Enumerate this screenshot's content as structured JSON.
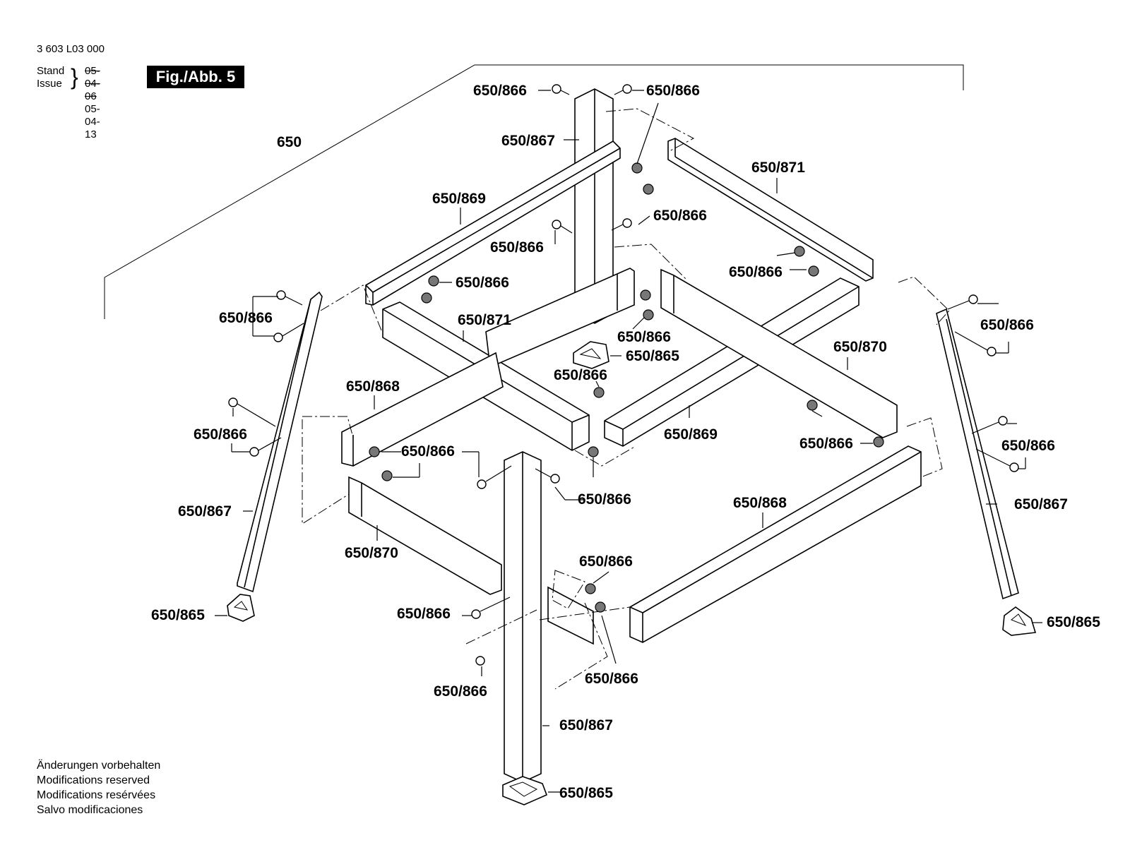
{
  "header": {
    "part_number": "3 603 L03 000",
    "stand_label": "Stand",
    "issue_label": "Issue",
    "stand_date": "05-04-06",
    "issue_date": "05-04-13",
    "figure_label": "Fig./Abb. 5"
  },
  "footer": {
    "notes": [
      "Änderungen vorbehalten",
      "Modifications reserved",
      "Modifications resérvées",
      "Salvo modificaciones"
    ]
  },
  "callouts": {
    "assembly": "650",
    "leg": "650/867",
    "foot": "650/865",
    "bolt": "650/866",
    "rail_a": "650/868",
    "rail_b": "650/869",
    "rail_c": "650/870",
    "rail_d": "650/871"
  }
}
